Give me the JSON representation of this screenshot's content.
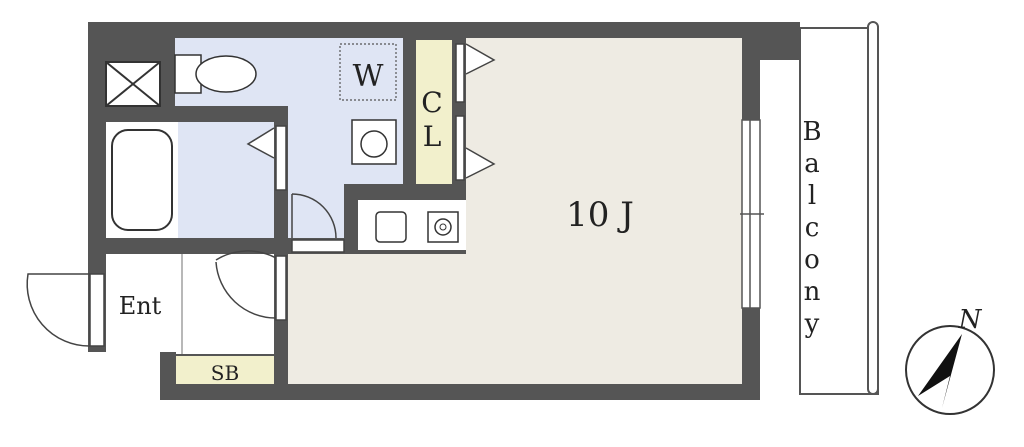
{
  "rooms": {
    "main_label": "10 J",
    "closet_label_line1": "C",
    "closet_label_line2": "L",
    "washer_label": "W",
    "entrance_label": "Ent",
    "shoe_box_label": "SB"
  },
  "balcony": {
    "letters": [
      "B",
      "a",
      "l",
      "c",
      "o",
      "n",
      "y"
    ]
  },
  "compass": {
    "north_label": "N"
  },
  "colors": {
    "wall": "#555555",
    "main_floor": "#eeebe3",
    "wet_area": "#dfe5f4",
    "closet": "#f2f0cc",
    "shoe_box": "#f2f0cc"
  }
}
